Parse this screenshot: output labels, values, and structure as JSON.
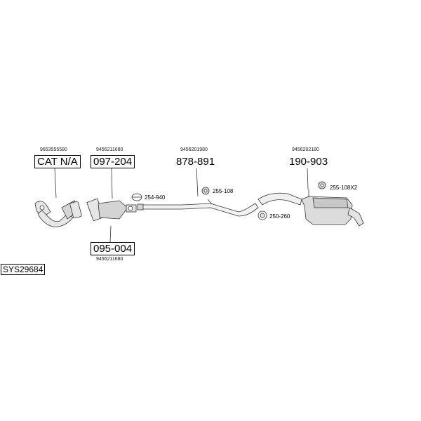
{
  "diagram": {
    "system_id": "SYS29684",
    "parts": {
      "catalyst_front": {
        "part_number": "9653555580",
        "code": "CAT N/A"
      },
      "catalyst_main": {
        "part_number": "9456211680",
        "code": "097-204"
      },
      "particle_filter": {
        "part_number": "9456211680",
        "code": "095-004"
      },
      "middle_pipe": {
        "part_number": "9456201980",
        "code": "878-891"
      },
      "rear_silencer": {
        "part_number": "9456202180",
        "code": "190-903"
      }
    },
    "fittings": {
      "clamp": "254-940",
      "rubber_mount_mid": "255-108",
      "gasket_ring": "250-260",
      "rubber_mount_rear": "255-108X2"
    }
  }
}
